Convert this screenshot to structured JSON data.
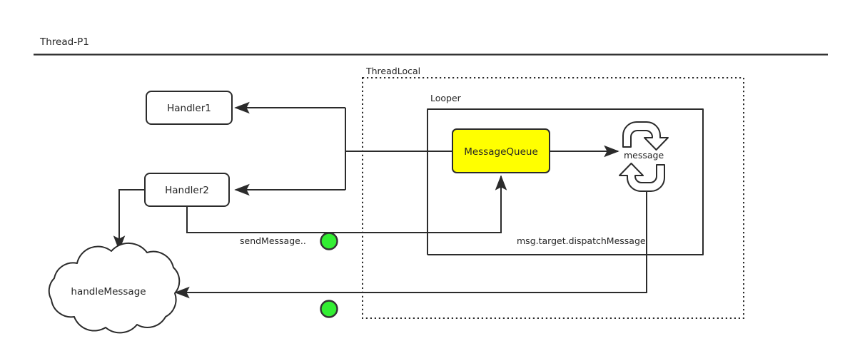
{
  "diagram": {
    "title": "Thread-P1",
    "type": "android-handler-message-flow",
    "colors": {
      "line": "#2b2b2b",
      "text": "#252525",
      "queue_fill": "#FFFF00",
      "queue_stroke": "#2b2b2b",
      "marker_fill": "#33ee33",
      "marker_stroke": "#333333",
      "background": "#ffffff"
    },
    "lane": {
      "label": "Thread-P1"
    },
    "containers": [
      {
        "id": "threadlocal",
        "label": "ThreadLocal",
        "border": "dotted"
      },
      {
        "id": "looper",
        "label": "Looper",
        "border": "solid"
      }
    ],
    "nodes": [
      {
        "id": "handler1",
        "label": "Handler1",
        "shape": "rounded-rect"
      },
      {
        "id": "handler2",
        "label": "Handler2",
        "shape": "rounded-rect"
      },
      {
        "id": "messagequeue",
        "label": "MessageQueue",
        "shape": "rounded-rect",
        "fill": "#FFFF00"
      },
      {
        "id": "handlemessage",
        "label": "handleMessage",
        "shape": "cloud"
      },
      {
        "id": "message",
        "label": "message",
        "shape": "loop-arrows"
      }
    ],
    "edge_labels": [
      {
        "id": "send",
        "label": "sendMessage.."
      },
      {
        "id": "dispatch",
        "label": "msg.target.dispatchMessage"
      }
    ],
    "markers": [
      {
        "id": "marker-send",
        "label": ""
      },
      {
        "id": "marker-dispatch",
        "label": ""
      }
    ]
  }
}
